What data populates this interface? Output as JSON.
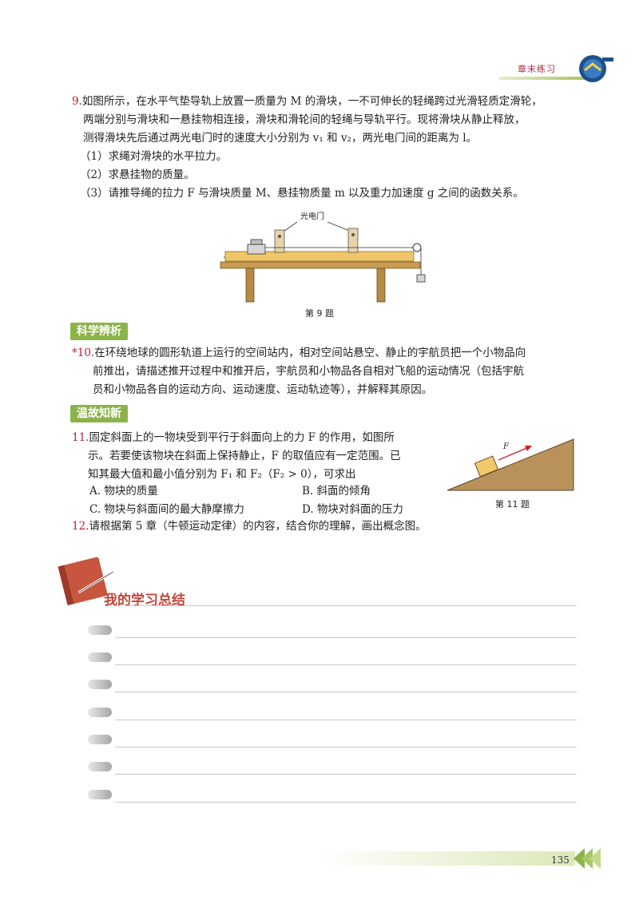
{
  "header": {
    "label": "章末练习"
  },
  "q9": {
    "num": "9.",
    "line1": "如图所示，在水平气垫导轨上放置一质量为 M 的滑块，一不可伸长的轻绳跨过光滑轻质定滑轮，",
    "line2": "两端分别与滑块和一悬挂物相连接，滑块和滑轮间的轻绳与导轨平行。现将滑块从静止释放，",
    "line3": "测得滑块先后通过两光电门时的速度大小分别为 v₁ 和 v₂，两光电门间的距离为 l。",
    "sub1": "（1）求绳对滑块的水平拉力。",
    "sub2": "（2）求悬挂物的质量。",
    "sub3": "（3）请推导绳的拉力 F 与滑块质量 M、悬挂物质量 m 以及重力加速度 g 之间的函数关系。",
    "figure_label": "光电门",
    "caption": "第 9 题"
  },
  "section1": {
    "title": "科学辨析"
  },
  "q10": {
    "num": "*10.",
    "line1": "在环绕地球的圆形轨道上运行的空间站内，相对空间站悬空、静止的宇航员把一个小物品向",
    "line2": "前推出，请描述推开过程中和推开后，宇航员和小物品各自相对飞船的运动情况（包括宇航",
    "line3": "员和小物品各自的运动方向、运动速度、运动轨迹等），并解释其原因。"
  },
  "section2": {
    "title": "温故知新"
  },
  "q11": {
    "num": "11.",
    "line1": "固定斜面上的一物块受到平行于斜面向上的力 F 的作用，如图所",
    "line2": "示。若要使该物块在斜面上保持静止，F 的取值应有一定范围。已",
    "line3": "知其最大值和最小值分别为 F₁ 和 F₂（F₂ > 0），可求出",
    "optA": "A. 物块的质量",
    "optB": "B. 斜面的倾角",
    "optC": "C. 物块与斜面间的最大静摩擦力",
    "optD": "D. 物块对斜面的压力",
    "force_label": "F",
    "caption": "第 11 题"
  },
  "q12": {
    "num": "12.",
    "text": "请根据第 5 章（牛顿运动定律）的内容，结合你的理解，画出概念图。"
  },
  "summary": {
    "title": "我的学习总结"
  },
  "footer": {
    "page": "135"
  },
  "colors": {
    "accent": "#b0243a",
    "banner": "#8cb34a",
    "notebook": "#c8553d"
  }
}
